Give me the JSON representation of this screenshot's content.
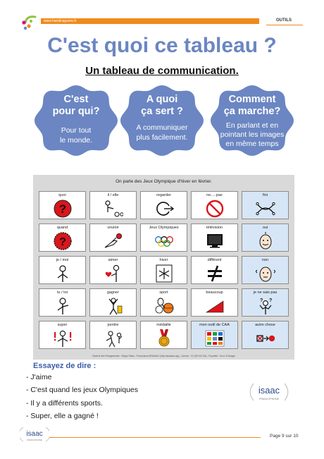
{
  "header": {
    "url": "www.handicapzero.fr",
    "section": "OUTILS",
    "brand_color": "#f08a1c"
  },
  "title": "C'est quoi ce tableau ?",
  "subtitle": "Un tableau de communication.",
  "badges": [
    {
      "question": [
        "C'est",
        "pour qui?"
      ],
      "answer": [
        "Pour tout",
        "le monde."
      ]
    },
    {
      "question": [
        "A quoi",
        "ça sert ?"
      ],
      "answer": [
        "A communiquer",
        "plus facilement."
      ]
    },
    {
      "question": [
        "Comment",
        "ça marche?"
      ],
      "answer": [
        "En parlant et en",
        "pointant les images",
        "en même temps"
      ]
    }
  ],
  "board": {
    "title": "On parle des Jeux Olympique d'hiver en février.",
    "credit": "©Auteur des Pictogrammes : Sergio Palao - Provenance ARASAAC (http://arasaac.org) - Licence : CC (BY-NC-SA) - Propriété : Gouv. D'Aragon",
    "cells": [
      {
        "label": "quoi",
        "icon": "question-red-icon",
        "blue": false
      },
      {
        "label": "il / elle",
        "icon": "person-pointing-icon",
        "blue": false
      },
      {
        "label": "regarder",
        "icon": "look-arrow-icon",
        "blue": false
      },
      {
        "label": "ne.....pas",
        "icon": "forbidden-icon",
        "blue": false
      },
      {
        "label": "fini",
        "icon": "finished-arms-icon",
        "blue": true
      },
      {
        "label": "quand",
        "icon": "clock-question-icon",
        "blue": false
      },
      {
        "label": "vouloir",
        "icon": "hand-want-icon",
        "blue": false
      },
      {
        "label": "Jeux Olympiques",
        "icon": "olympic-rings-icon",
        "blue": false
      },
      {
        "label": "télévision",
        "icon": "television-icon",
        "blue": false
      },
      {
        "label": "oui",
        "icon": "face-yes-icon",
        "blue": true
      },
      {
        "label": "je / moi",
        "icon": "person-me-icon",
        "blue": false
      },
      {
        "label": "aimer",
        "icon": "person-heart-icon",
        "blue": false
      },
      {
        "label": "hiver",
        "icon": "snowflake-icon",
        "blue": false
      },
      {
        "label": "différent",
        "icon": "not-equal-icon",
        "blue": false
      },
      {
        "label": "non",
        "icon": "face-no-icon",
        "blue": true
      },
      {
        "label": "tu / toi",
        "icon": "person-you-icon",
        "blue": false
      },
      {
        "label": "gagner",
        "icon": "winner-icon",
        "blue": false
      },
      {
        "label": "sport",
        "icon": "sport-balls-icon",
        "blue": false
      },
      {
        "label": "beaucoup",
        "icon": "much-triangle-icon",
        "blue": false
      },
      {
        "label": "je ne sais pas",
        "icon": "person-unknown-icon",
        "blue": true
      },
      {
        "label": "super",
        "icon": "super-thumbs-icon",
        "blue": false
      },
      {
        "label": "perdre",
        "icon": "loser-icon",
        "blue": false
      },
      {
        "label": "médaille",
        "icon": "medal-icon",
        "blue": false
      },
      {
        "label": "mon outil de CAA",
        "icon": "caa-board-icon",
        "blue": true
      },
      {
        "label": "autre chose",
        "icon": "other-thing-icon",
        "blue": true
      }
    ]
  },
  "try_label": "Essayez de dire :",
  "phrases": [
    "- J'aime",
    "- C'est quand les jeux Olympiques",
    "- Il y a différents sports.",
    "- Super, elle a gagné !"
  ],
  "logo_text": "isaac",
  "logo_subtext": "FRANCOPHONE",
  "footer": {
    "page": "Page 9 sur 10"
  }
}
